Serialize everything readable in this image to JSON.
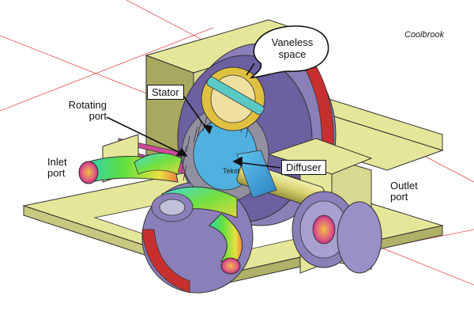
{
  "credit": "Coolbrook",
  "labels": {
    "vaneless_line1": "Vaneless",
    "vaneless_line2": "space",
    "stator": "Stator",
    "rotating_line1": "Rotating",
    "rotating_line2": "port",
    "inlet_line1": "Inlet",
    "inlet_line2": "port",
    "diffuser": "Diffuser",
    "outlet_line1": "Outlet",
    "outlet_line2": "port",
    "center_text": "Tekst"
  },
  "colors": {
    "frame": "#e6e69a",
    "frame_dark": "#a8a860",
    "housing_purple": "#8a7fb8",
    "pink_flange": "#d04a9a",
    "green_pipe": "#4fd84f",
    "yellow_pipe": "#e8e040",
    "cyan_shaft": "#59c9c4",
    "red_guide": "#e05050"
  }
}
